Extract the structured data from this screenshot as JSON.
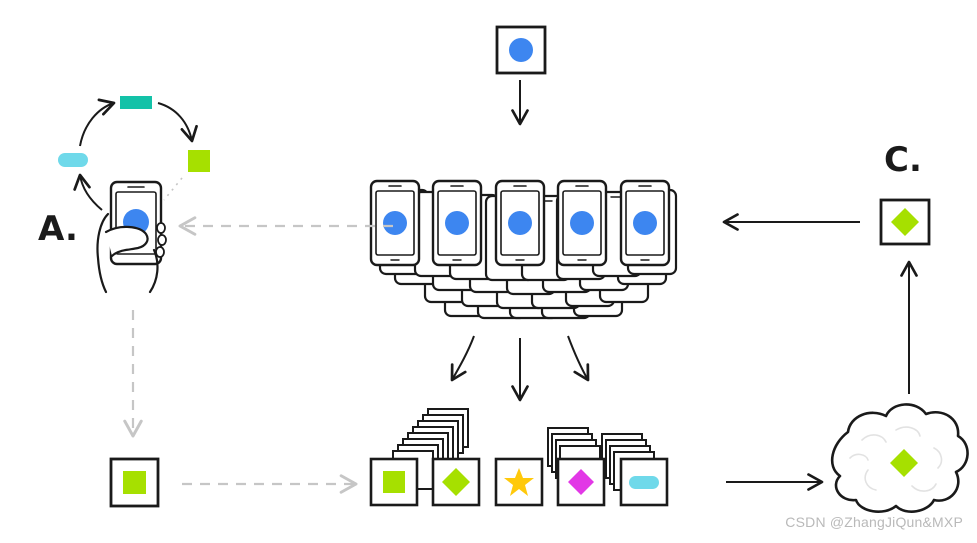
{
  "labels": {
    "a": "A.",
    "c": "C."
  },
  "watermark": "CSDN @ZhangJiQun&MXP",
  "colors": {
    "blue": "#3d86f0",
    "green": "#a6e000",
    "teal": "#13c2a8",
    "cyan": "#6fd9ea",
    "yellow": "#ffc90b",
    "magenta": "#e238e6",
    "ink": "#1a1a1a",
    "dashed": "#c6c6c6"
  },
  "icons": {
    "input_model": "blue-circle-square",
    "user_phone": "hand-holding-phone",
    "phone_fleet": "stack-of-phones",
    "local_update": "green-square",
    "updates": [
      "green-square",
      "green-diamond",
      "yellow-star",
      "magenta-diamond",
      "cyan-pill"
    ],
    "aggregate": "cloud-with-green-diamond",
    "global_model": "green-diamond-square"
  }
}
